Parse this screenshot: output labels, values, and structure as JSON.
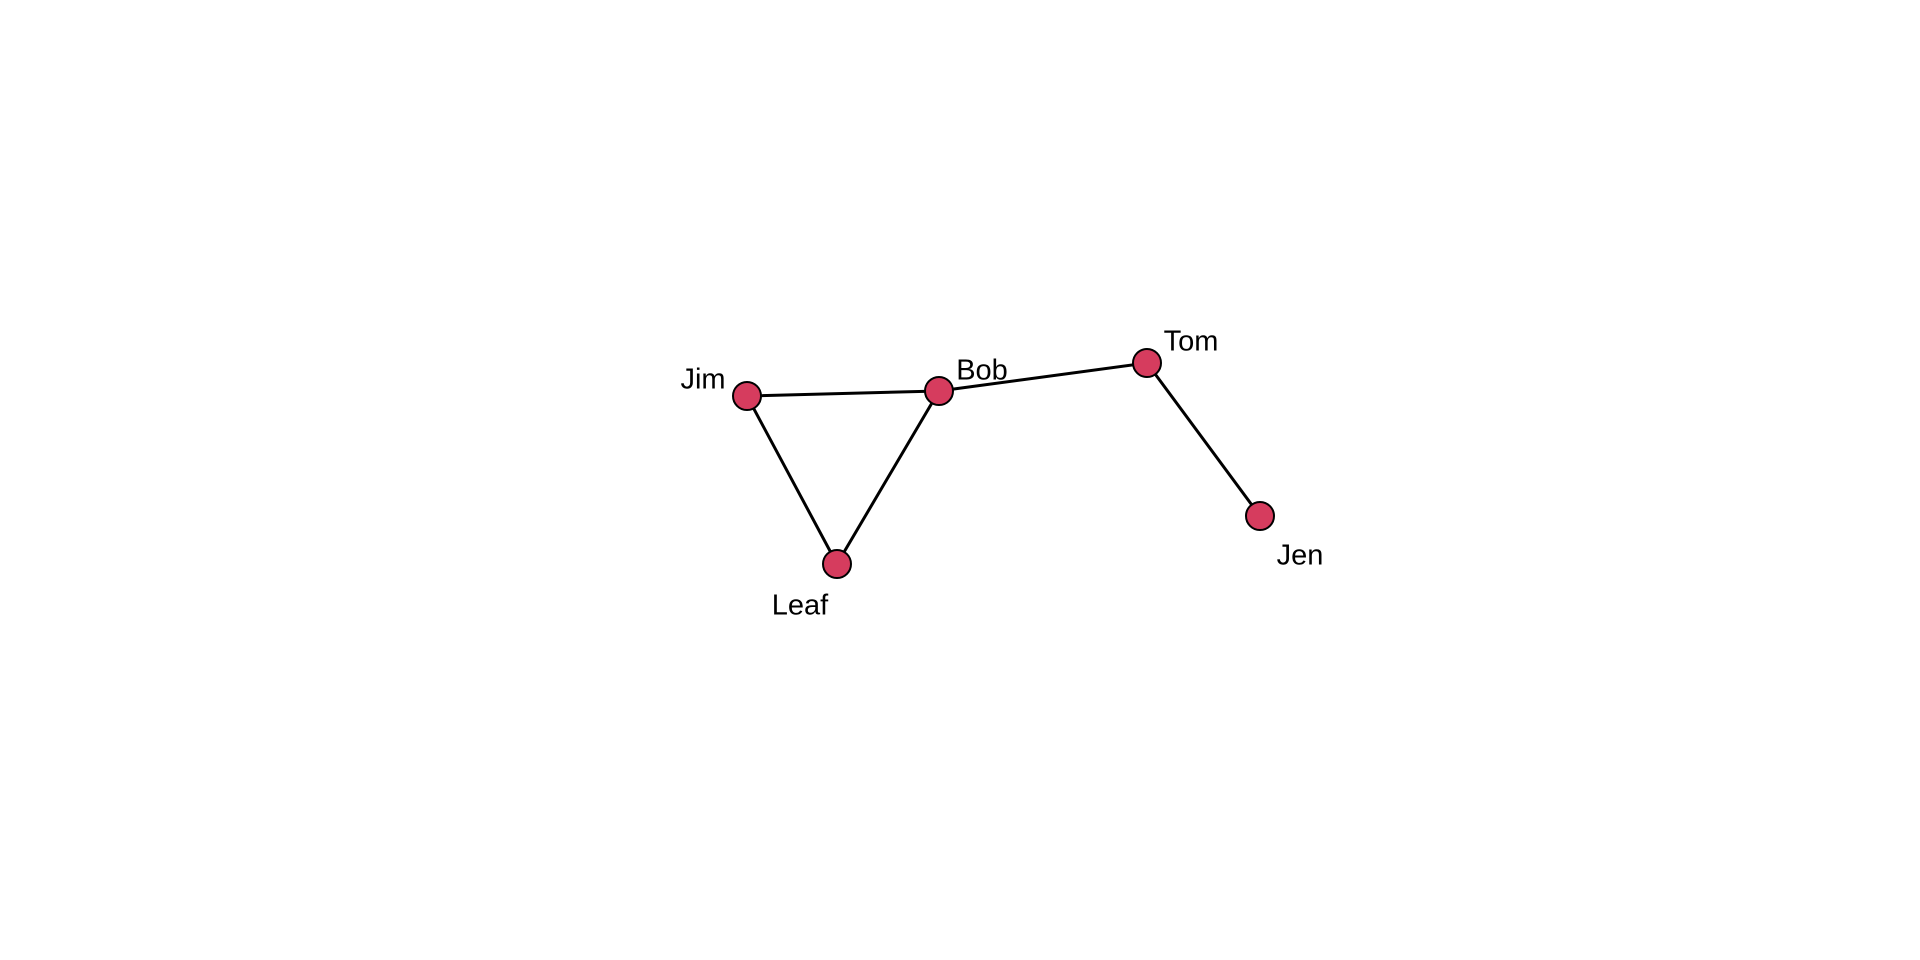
{
  "graph": {
    "nodes": [
      {
        "id": "jim",
        "label": "Jim"
      },
      {
        "id": "bob",
        "label": "Bob"
      },
      {
        "id": "tom",
        "label": "Tom"
      },
      {
        "id": "leaf",
        "label": "Leaf"
      },
      {
        "id": "jen",
        "label": "Jen"
      }
    ],
    "edges": [
      {
        "from": "jim",
        "to": "bob"
      },
      {
        "from": "jim",
        "to": "leaf"
      },
      {
        "from": "bob",
        "to": "leaf"
      },
      {
        "from": "bob",
        "to": "tom"
      },
      {
        "from": "tom",
        "to": "jen"
      }
    ],
    "colors": {
      "node_fill": "#d63c5e",
      "node_stroke": "#000000",
      "edge": "#000000"
    }
  }
}
